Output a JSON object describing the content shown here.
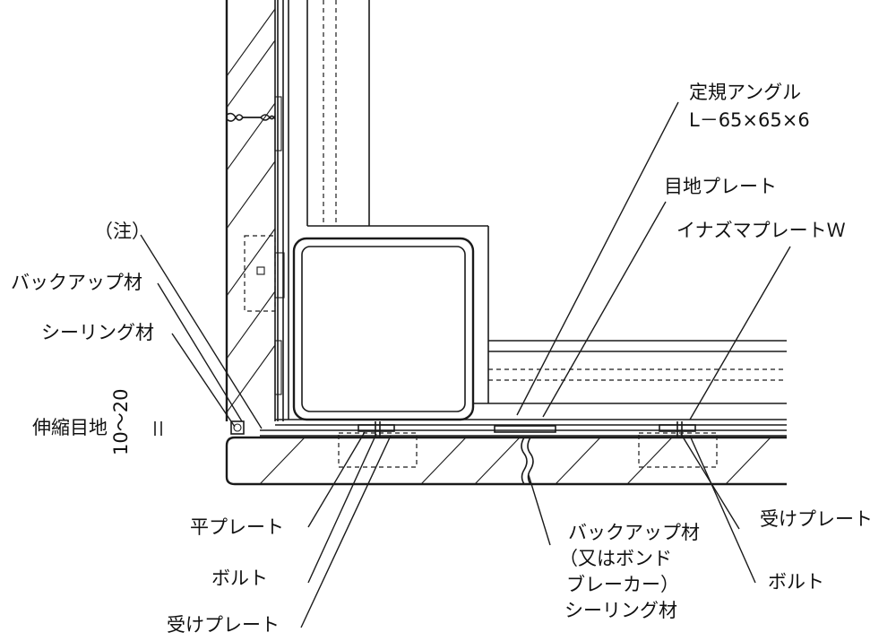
{
  "diagram": {
    "labels": {
      "angle_name": "定規アングル",
      "angle_spec": "L－65×65×6",
      "joint_plate": "目地プレート",
      "inazuma_plate": "イナズマプレートＷ",
      "note": "（注）",
      "backup_left": "バックアップ材",
      "sealing_left": "シーリング材",
      "expansion_joint": "伸縮目地",
      "joint_width": "10～20",
      "flat_plate": "平プレート",
      "bolt_left": "ボルト",
      "receiving_plate_left": "受けプレート",
      "backup_bottom_1": "バックアップ材",
      "backup_bottom_2": "（又はボンド",
      "backup_bottom_3": "ブレーカー）",
      "sealing_bottom": "シーリング材",
      "receiving_plate_right": "受けプレート",
      "bolt_right": "ボルト"
    }
  }
}
